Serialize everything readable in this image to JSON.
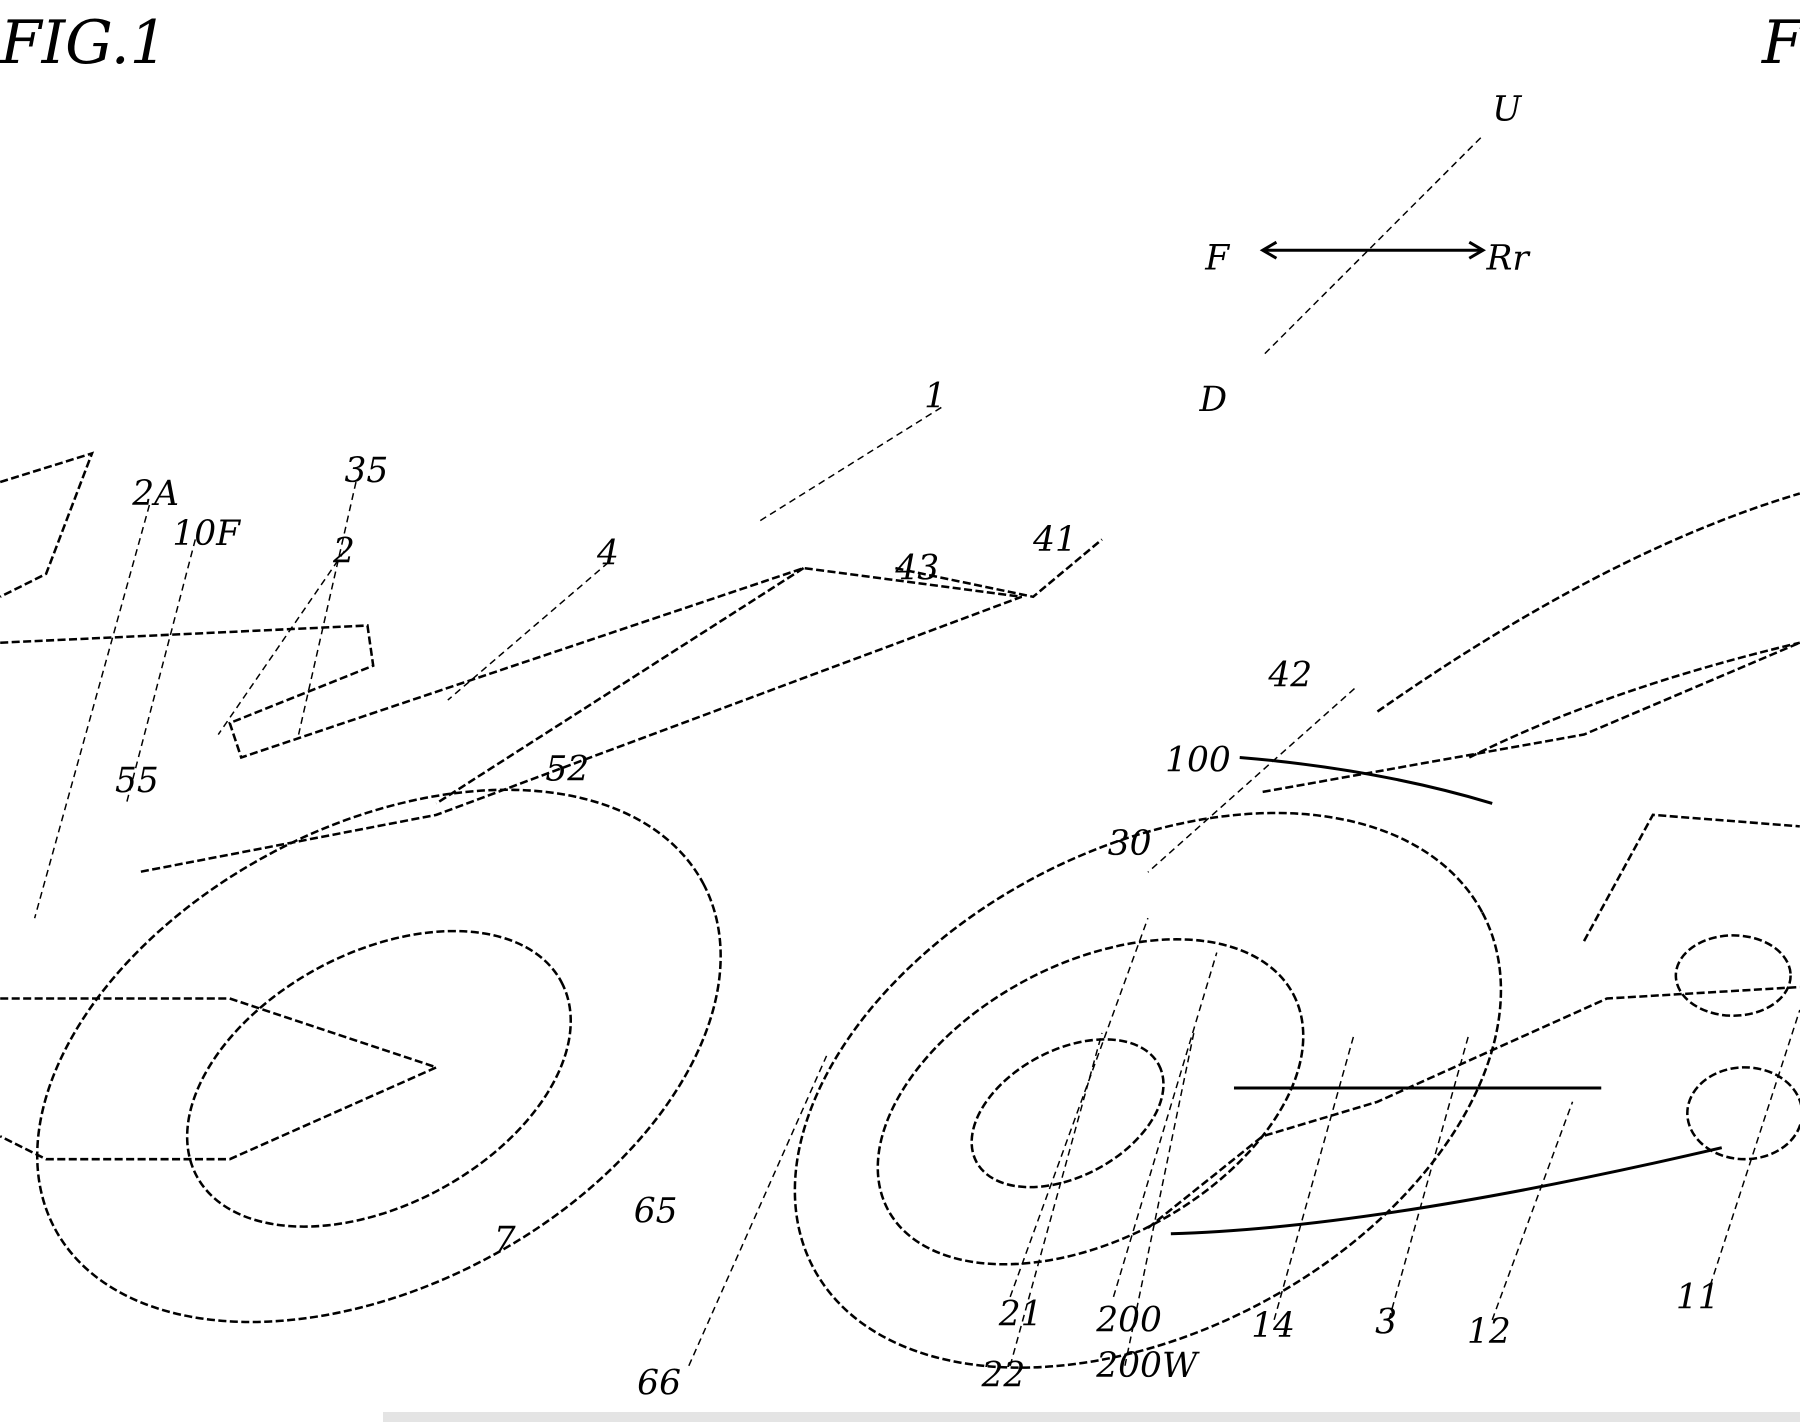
{
  "figure": {
    "title": "FIG.1",
    "title_partial_right": "F",
    "direction_labels": {
      "up": "U",
      "down": "D",
      "front": "F",
      "rear": "Rr"
    },
    "reference_numerals": [
      "1",
      "2A",
      "35",
      "10F",
      "2",
      "4",
      "41",
      "43",
      "55",
      "52",
      "100",
      "42",
      "30",
      "7",
      "65",
      "66",
      "21",
      "200",
      "14",
      "3",
      "12",
      "11",
      "22",
      "200W"
    ]
  }
}
